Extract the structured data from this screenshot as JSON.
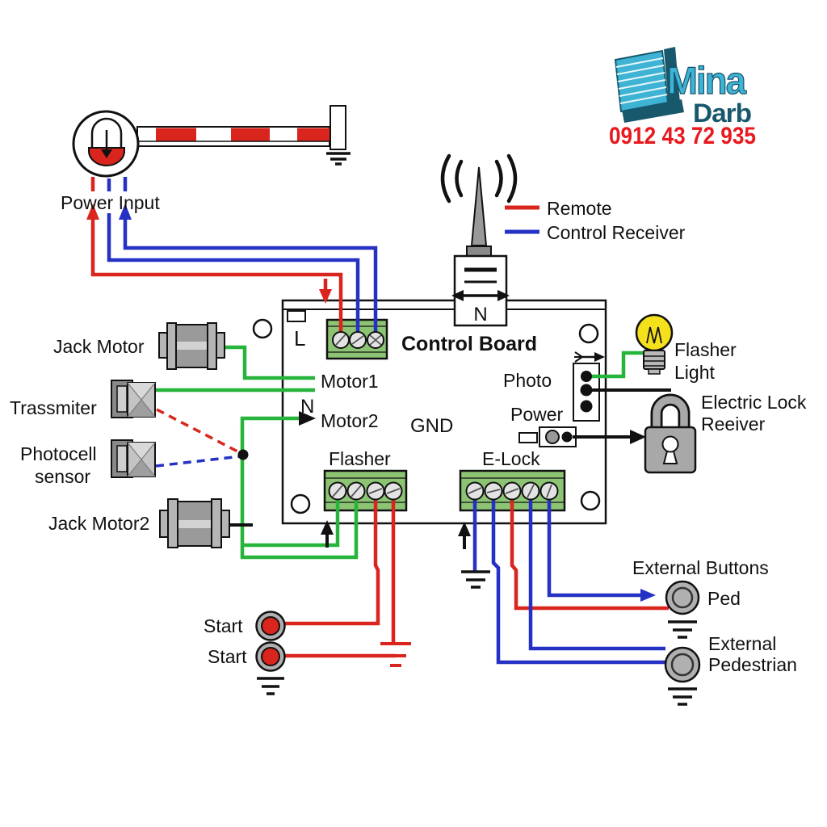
{
  "brand": {
    "name_top": "Mina",
    "name_bottom": "Darb",
    "phone": "0912 43 72 935"
  },
  "legend": {
    "remote": "Remote",
    "control_receiver": "Control Receiver"
  },
  "power_input": {
    "label": "Power Input"
  },
  "left_components": {
    "jack_motor": "Jack Motor",
    "trassmiter": "Trassmiter",
    "photocell_line1": "Photocell",
    "photocell_line2": "sensor",
    "jack_motor2": "Jack Motor2"
  },
  "board": {
    "title": "Control Board",
    "l": "L",
    "n": "N",
    "antenna_n": "N",
    "motor1": "Motor1",
    "motor2": "Motor2",
    "gnd": "GND",
    "flasher": "Flasher",
    "elock": "E-Lock",
    "photo": "Photo",
    "power": "Power"
  },
  "right_components": {
    "flasher_light_line1": "Flasher",
    "flasher_light_line2": "Light",
    "electric_lock_line1": "Electric Lock",
    "electric_lock_line2": "Reeiver"
  },
  "bottom_components": {
    "start1": "Start",
    "start2": "Start",
    "external_buttons": "External Buttons",
    "ped": "Ped",
    "external_line1": "External",
    "external_line2": "Pedestrian"
  },
  "colors": {
    "red": "#d9251d",
    "blue": "#2531c4",
    "green": "#27b43a",
    "yellow": "#f4e11c",
    "teal": "#3eb3d4",
    "dark_teal": "#17586c",
    "phone_red": "#e8191f"
  }
}
